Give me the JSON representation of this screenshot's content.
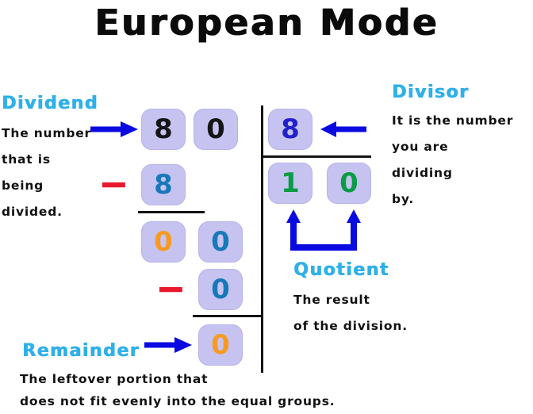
{
  "title": "European Mode",
  "labels": {
    "dividend": {
      "title": "Dividend",
      "lines": [
        "The number",
        "that is",
        "being",
        "divided."
      ]
    },
    "divisor": {
      "title": "Divisor",
      "lines": [
        "It is the number",
        "you are",
        "dividing",
        "by."
      ]
    },
    "quotient": {
      "title": "Quotient",
      "lines": [
        "The result",
        "of the division."
      ]
    },
    "remainder": {
      "title": "Remainder",
      "lines": [
        "The leftover portion that",
        "does not fit evenly into the equal groups."
      ]
    }
  },
  "division": {
    "dividend_digits": [
      "8",
      "0"
    ],
    "divisor_digit": "8",
    "quotient_digits": [
      "1",
      "0"
    ],
    "step1_operator": "−",
    "step1_subtrahend": "8",
    "bring_down_digits": [
      "0",
      "0"
    ],
    "step2_operator": "−",
    "step2_subtrahend": "0",
    "remainder_digit": "0"
  },
  "icons": {
    "dividend_arrow": "arrow-right",
    "divisor_arrow": "arrow-left",
    "quotient_bracket": "bracket-arrows-up",
    "remainder_arrow": "arrow-right"
  },
  "colors": {
    "label_accent": "#2fb0e8",
    "tile_background": "#c6c3f1",
    "arrow_blue": "#0a0ae0",
    "minus_red": "#e8192c",
    "digit_black": "#151515",
    "digit_blue": "#2121cc",
    "digit_teal": "#1779b8",
    "digit_orange": "#f79a1f",
    "digit_green": "#0a9c45",
    "line_black": "#141414"
  }
}
